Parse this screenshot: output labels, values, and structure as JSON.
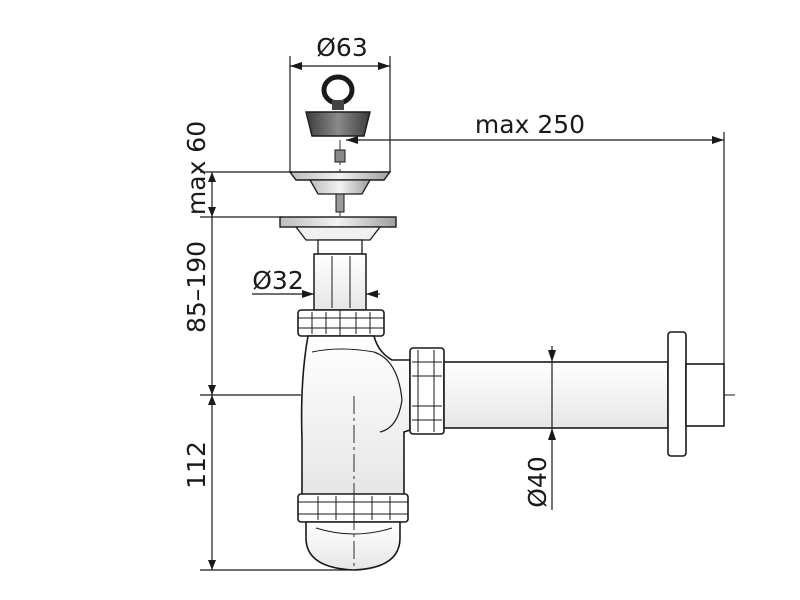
{
  "dimensions": {
    "strainer_diameter": "Ø63",
    "max_horizontal": "max 250",
    "max_height": "max 60",
    "height_range": "85–190",
    "pipe_diameter_top": "Ø32",
    "trap_depth": "112",
    "outlet_diameter": "Ø40"
  },
  "colors": {
    "line": "#1a1a1a",
    "fill": "#ffffff",
    "shade": "#d6d6d6",
    "dark_stopper": "#555555"
  }
}
